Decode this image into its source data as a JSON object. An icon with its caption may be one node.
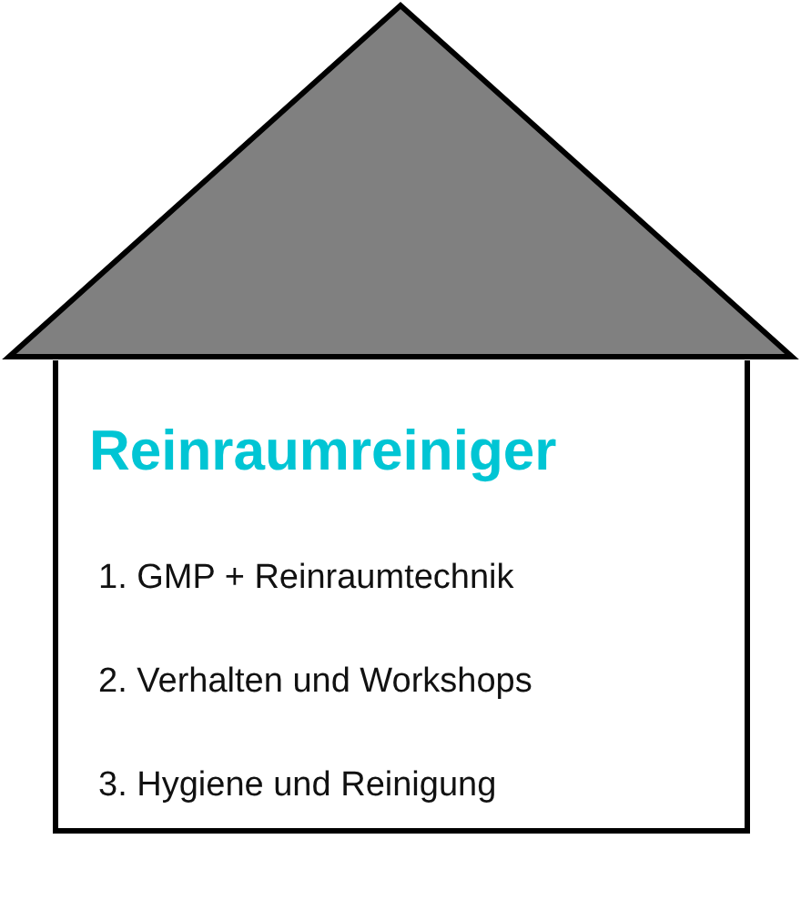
{
  "diagram": {
    "nodes": [
      {
        "text": [
          "Reinraumreiniger",
          "1. GMP + Reinraumtechnik",
          "2. Verhalten und Workshops",
          "3. Hygiene und Reinigung"
        ]
      }
    ]
  }
}
